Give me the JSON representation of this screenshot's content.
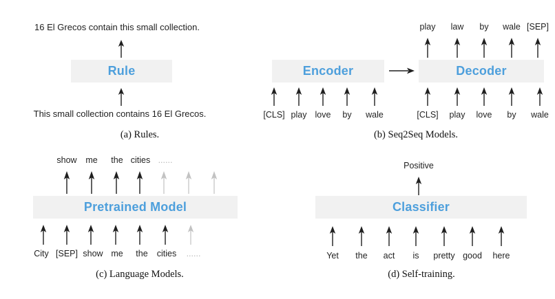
{
  "figure": {
    "background": "#ffffff",
    "accent_blue": "#4d9fdc",
    "box_fill": "#f1f1f1",
    "arrow_color": "#1f1f1f",
    "arrow_faded_color": "#c2c2c2",
    "panels": [
      {
        "id": "a",
        "caption": "(a) Rules.",
        "box_label": "Rule",
        "output_sentence": "16 El Grecos contain this small collection.",
        "input_sentence": "This small collection contains 16 El Grecos.",
        "arrows": [
          {
            "name": "output-arrow",
            "faded": false
          },
          {
            "name": "input-arrow",
            "faded": false
          }
        ]
      },
      {
        "id": "b",
        "caption": "(b) Seq2Seq Models.",
        "encoder_label": "Encoder",
        "decoder_label": "Decoder",
        "connector_icon": "right-arrow-icon",
        "encoder_inputs": [
          {
            "text": "[CLS]",
            "faded": false
          },
          {
            "text": "play",
            "faded": false
          },
          {
            "text": "love",
            "faded": false
          },
          {
            "text": "by",
            "faded": false
          },
          {
            "text": "wale",
            "faded": false
          }
        ],
        "decoder_inputs": [
          {
            "text": "[CLS]",
            "faded": false
          },
          {
            "text": "play",
            "faded": false
          },
          {
            "text": "love",
            "faded": false
          },
          {
            "text": "by",
            "faded": false
          },
          {
            "text": "wale",
            "faded": false
          }
        ],
        "decoder_outputs": [
          {
            "text": "play",
            "faded": false
          },
          {
            "text": "law",
            "faded": false
          },
          {
            "text": "by",
            "faded": false
          },
          {
            "text": "wale",
            "faded": false
          },
          {
            "text": "[SEP]",
            "faded": false
          }
        ]
      },
      {
        "id": "c",
        "caption": "(c) Language Models.",
        "box_label": "Pretrained Model",
        "outputs": [
          {
            "text": "show",
            "faded": false
          },
          {
            "text": "me",
            "faded": false
          },
          {
            "text": "the",
            "faded": false
          },
          {
            "text": "cities",
            "faded": false
          },
          {
            "text": "......",
            "faded": true
          },
          {
            "text": "",
            "faded": true
          },
          {
            "text": "",
            "faded": true
          }
        ],
        "inputs": [
          {
            "text": "City",
            "faded": false
          },
          {
            "text": "[SEP]",
            "faded": false
          },
          {
            "text": "show",
            "faded": false
          },
          {
            "text": "me",
            "faded": false
          },
          {
            "text": "the",
            "faded": false
          },
          {
            "text": "cities",
            "faded": false
          },
          {
            "text": "......",
            "faded": true
          }
        ]
      },
      {
        "id": "d",
        "caption": "(d) Self-training.",
        "box_label": "Classifier",
        "output_label": "Positive",
        "inputs": [
          {
            "text": "Yet",
            "faded": false
          },
          {
            "text": "the",
            "faded": false
          },
          {
            "text": "act",
            "faded": false
          },
          {
            "text": "is",
            "faded": false
          },
          {
            "text": "pretty",
            "faded": false
          },
          {
            "text": "good",
            "faded": false
          },
          {
            "text": "here",
            "faded": false
          }
        ]
      }
    ]
  }
}
